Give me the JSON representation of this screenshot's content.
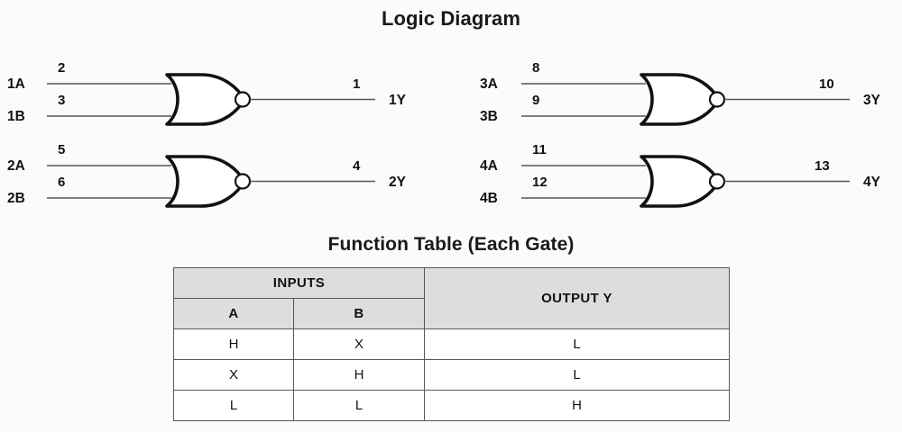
{
  "diagram": {
    "title": "Logic Diagram",
    "gate_type": "nor-gate",
    "gates": [
      {
        "id": "gate-1",
        "input_a_label": "1A",
        "input_a_pin": "2",
        "input_b_label": "1B",
        "input_b_pin": "3",
        "output_label": "1Y",
        "output_pin": "1"
      },
      {
        "id": "gate-2",
        "input_a_label": "2A",
        "input_a_pin": "5",
        "input_b_label": "2B",
        "input_b_pin": "6",
        "output_label": "2Y",
        "output_pin": "4"
      },
      {
        "id": "gate-3",
        "input_a_label": "3A",
        "input_a_pin": "8",
        "input_b_label": "3B",
        "input_b_pin": "9",
        "output_label": "3Y",
        "output_pin": "10"
      },
      {
        "id": "gate-4",
        "input_a_label": "4A",
        "input_a_pin": "11",
        "input_b_label": "4B",
        "input_b_pin": "12",
        "output_label": "4Y",
        "output_pin": "13"
      }
    ]
  },
  "function_table": {
    "title": "Function Table (Each Gate)",
    "header_inputs": "INPUTS",
    "header_output": "OUTPUT Y",
    "header_a": "A",
    "header_b": "B",
    "rows": [
      {
        "a": "H",
        "b": "X",
        "y": "L"
      },
      {
        "a": "X",
        "b": "H",
        "y": "L"
      },
      {
        "a": "L",
        "b": "L",
        "y": "H"
      }
    ]
  },
  "colors": {
    "background": "#fafbfd",
    "ink": "#111111",
    "wire": "#555555",
    "header_fill": "#dddddd",
    "border": "#55595c"
  }
}
